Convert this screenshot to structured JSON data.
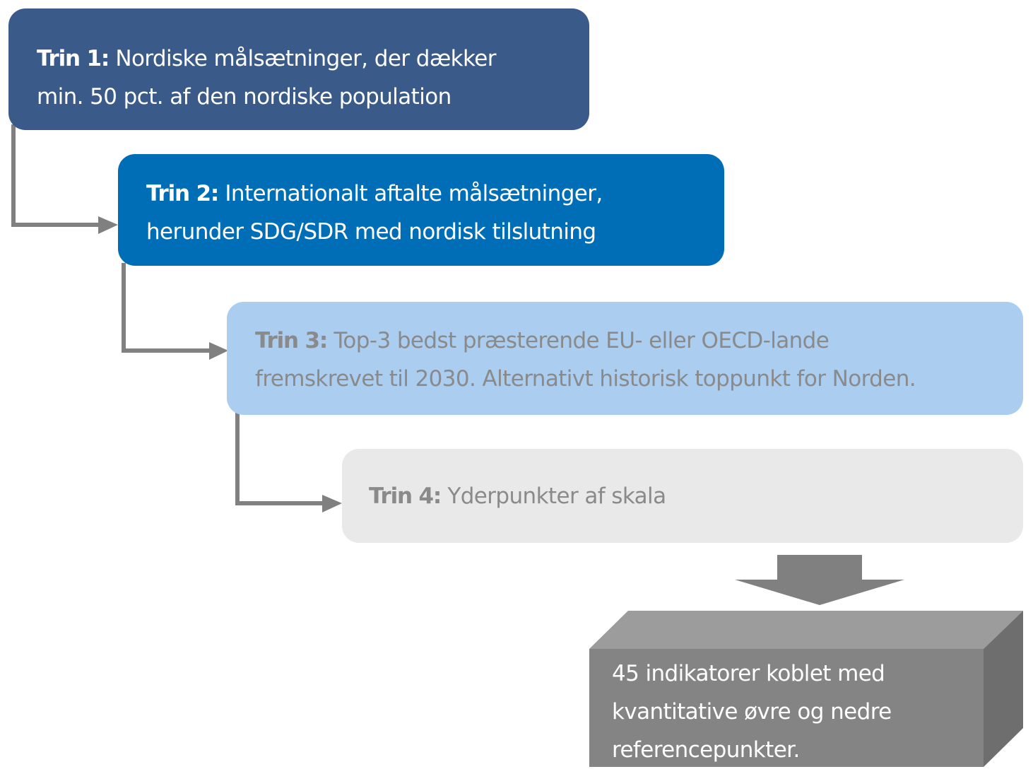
{
  "steps": [
    {
      "label": "Trin 1:",
      "lines": [
        "Nordiske målsætninger, der dækker",
        "min. 50 pct. af den nordiske population"
      ]
    },
    {
      "label": "Trin 2:",
      "lines": [
        "Internationalt aftalte målsætninger,",
        "herunder SDG/SDR med nordisk tilslutning"
      ]
    },
    {
      "label": "Trin 3:",
      "lines": [
        "Top-3 bedst præsterende EU- eller OECD-lande",
        "fremskrevet til 2030. Alternativt historisk toppunkt for Norden."
      ]
    },
    {
      "label": "Trin 4:",
      "lines": [
        "Yderpunkter af skala"
      ]
    }
  ],
  "result": {
    "lines": [
      "45 indikatorer koblet med",
      "kvantitative øvre og nedre",
      "referencepunkter."
    ]
  },
  "colors": {
    "step1": "#3a5a89",
    "step2": "#006eb7",
    "step3": "#aacdf0",
    "step4": "#e9e9e9",
    "connector": "#808080",
    "block_front": "#848484",
    "block_top": "#9c9c9c",
    "block_side": "#6e6e6e"
  }
}
